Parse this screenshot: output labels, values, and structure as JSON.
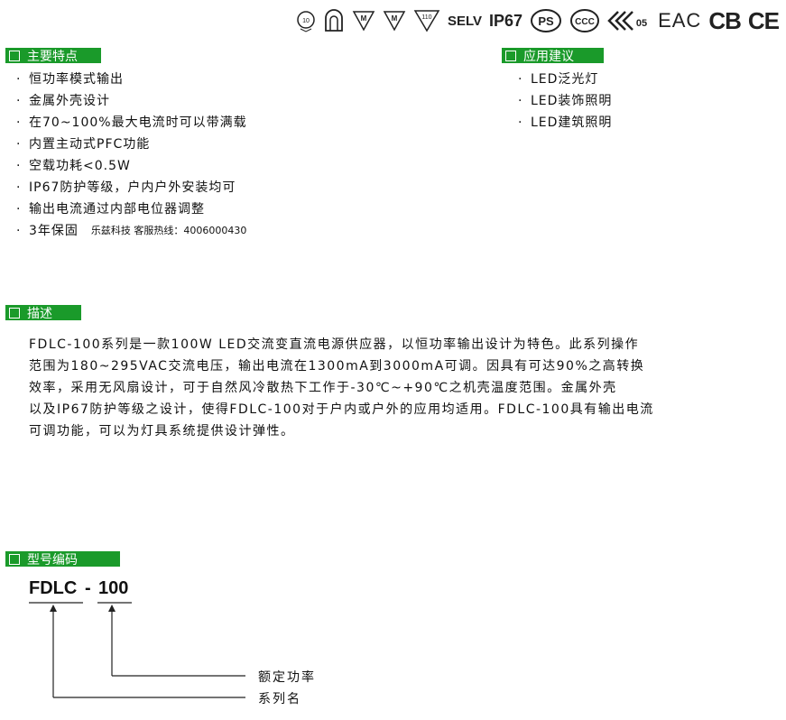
{
  "certifications": {
    "selv": "SELV",
    "ip": "IP67",
    "m1": "M",
    "m2": "M",
    "tri": "110",
    "k05": "05",
    "eac": "EAC",
    "cb": "CB",
    "ce": "CE"
  },
  "features": {
    "title": "主要特点",
    "items": [
      "恒功率模式输出",
      "金属外壳设计",
      "在70~100%最大电流时可以带满载",
      "内置主动式PFC功能",
      "空载功耗<0.5W",
      "IP67防护等级，户内户外安装均可",
      "输出电流通过内部电位器调整",
      "3年保固"
    ],
    "hotline": "乐兹科技 客服热线：4006000430"
  },
  "applications": {
    "title": "应用建议",
    "items": [
      "LED泛光灯",
      "LED装饰照明",
      "LED建筑照明"
    ]
  },
  "description": {
    "title": "描述",
    "lines": [
      "FDLC-100系列是一款100W LED交流变直流电源供应器，以恒功率输出设计为特色。此系列操作",
      "范围为180~295VAC交流电压，输出电流在1300mA到3000mA可调。因具有可达90%之高转换",
      "效率，采用无风扇设计，可于自然风冷散热下工作于-30℃~+90℃之机壳温度范围。金属外壳",
      "以及IP67防护等级之设计，使得FDLC-100对于户内或户外的应用均适用。FDLC-100具有输出电流",
      "可调功能，可以为灯具系统提供设计弹性。"
    ]
  },
  "model_code": {
    "title": "型号编码",
    "series": "FDLC",
    "dash": "-",
    "power": "100",
    "label_power": "额定功率",
    "label_series": "系列名"
  }
}
